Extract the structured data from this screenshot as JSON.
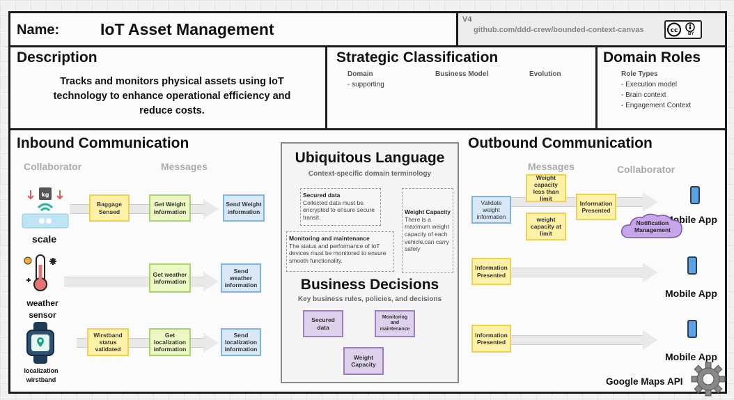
{
  "header": {
    "name_label": "Name:",
    "name_value": "IoT Asset Management",
    "version": "V4",
    "github": "github.com/ddd-crew/bounded-context-canvas",
    "license_badge": "cc-by-icon",
    "license_by": "BY"
  },
  "description": {
    "title": "Description",
    "text": "Tracks and monitors physical assets using IoT technology to enhance operational efficiency and reduce costs."
  },
  "strategic": {
    "title": "Strategic Classification",
    "domain_label": "Domain",
    "domain_value": "- supporting",
    "business_model_label": "Business Model",
    "evolution_label": "Evolution"
  },
  "domain_roles": {
    "title": "Domain Roles",
    "role_types_label": "Role Types",
    "roles": [
      "- Execution model",
      "- Brain context",
      "- Engagement Context"
    ]
  },
  "inbound": {
    "title": "Inbound Communication",
    "collaborator_header": "Collaborator",
    "messages_header": "Messages",
    "rows": [
      {
        "collaborator": "scale",
        "query": "Baggage Sensed",
        "command": "Get Weight information",
        "event": "Send Weight information"
      },
      {
        "collaborator": "weather sensor",
        "command": "Get weather information",
        "event": "Send weather information"
      },
      {
        "collaborator": "localization wirstband",
        "query": "Wirstband status validated",
        "command": "Get localization information",
        "event": "Send localization information"
      }
    ]
  },
  "ubiquitous": {
    "title": "Ubiquitous Language",
    "subtitle": "Context-specific domain terminology",
    "terms": [
      {
        "term": "Secured data",
        "definition": "Collected data must be encrypted to ensure secure transit."
      },
      {
        "term": "Weight Capacity",
        "definition": "There is a maximum weight capacity of each vehicle,can carry safely"
      },
      {
        "term": "Monitoring and maintenance",
        "definition": "The status and performance of IoT devices must be monitored to ensure smooth functionality."
      }
    ]
  },
  "business": {
    "title": "Business Decisions",
    "subtitle": "Key business rules, policies, and decisions",
    "items": [
      "Secured data",
      "Monitoring and maintenance",
      "Weight Capacity"
    ]
  },
  "outbound": {
    "title": "Outbound Communication",
    "messages_header": "Messages",
    "collaborator_header": "Collaborator",
    "validate": "Validate weight information",
    "weight_less": "Weight capacity less than limit",
    "weight_at": "weight capacity at limit",
    "info_presented": "Information Presented",
    "notification": "Notification Management",
    "mobile_app": "Mobile App",
    "google_maps": "Google Maps API"
  },
  "colors": {
    "frame": "#1b1b1b",
    "yellow": "#fff2a8",
    "green": "#ecf7c4",
    "blue": "#d8e8f7",
    "purple": "#ddd1ec"
  }
}
